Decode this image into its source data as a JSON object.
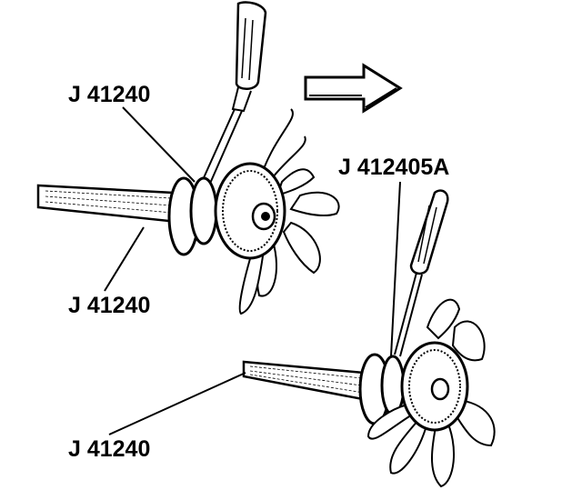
{
  "figure": {
    "labels": {
      "top_left": "J 41240",
      "middle_left": "J 41240",
      "right_tool": "J 412405A",
      "bottom_left": "J 41240"
    },
    "colors": {
      "ink": "#000000",
      "background": "#ffffff"
    }
  }
}
